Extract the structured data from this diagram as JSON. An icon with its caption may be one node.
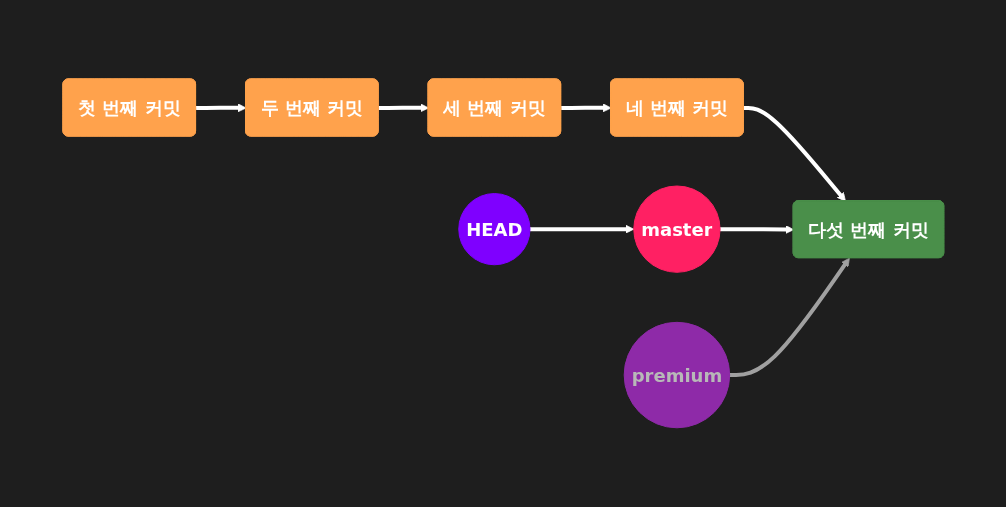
{
  "diagram": {
    "nodes": [
      {
        "text": [
          "첫 번째 커밋"
        ]
      },
      {
        "text": [
          "두 번째 커밋"
        ]
      },
      {
        "text": [
          "세 번째 커밋"
        ]
      },
      {
        "text": [
          "네 번째 커밋"
        ]
      },
      {
        "text": [
          "다섯 번째 커밋"
        ]
      },
      {
        "text": [
          "HEAD"
        ]
      },
      {
        "text": [
          "master"
        ]
      },
      {
        "text": [
          "premium"
        ]
      }
    ],
    "edges": [
      {
        "from": 0,
        "to": 1,
        "arrow": "to"
      },
      {
        "from": 1,
        "to": 2,
        "arrow": "to"
      },
      {
        "from": 2,
        "to": 3,
        "arrow": "to"
      },
      {
        "from": 3,
        "to": 4,
        "arrow": "to"
      },
      {
        "from": 5,
        "to": 6,
        "arrow": "to"
      },
      {
        "from": 6,
        "to": 4,
        "arrow": "to"
      },
      {
        "from": 7,
        "to": 4,
        "arrow": "to",
        "color": "#a0a0a0"
      }
    ]
  }
}
